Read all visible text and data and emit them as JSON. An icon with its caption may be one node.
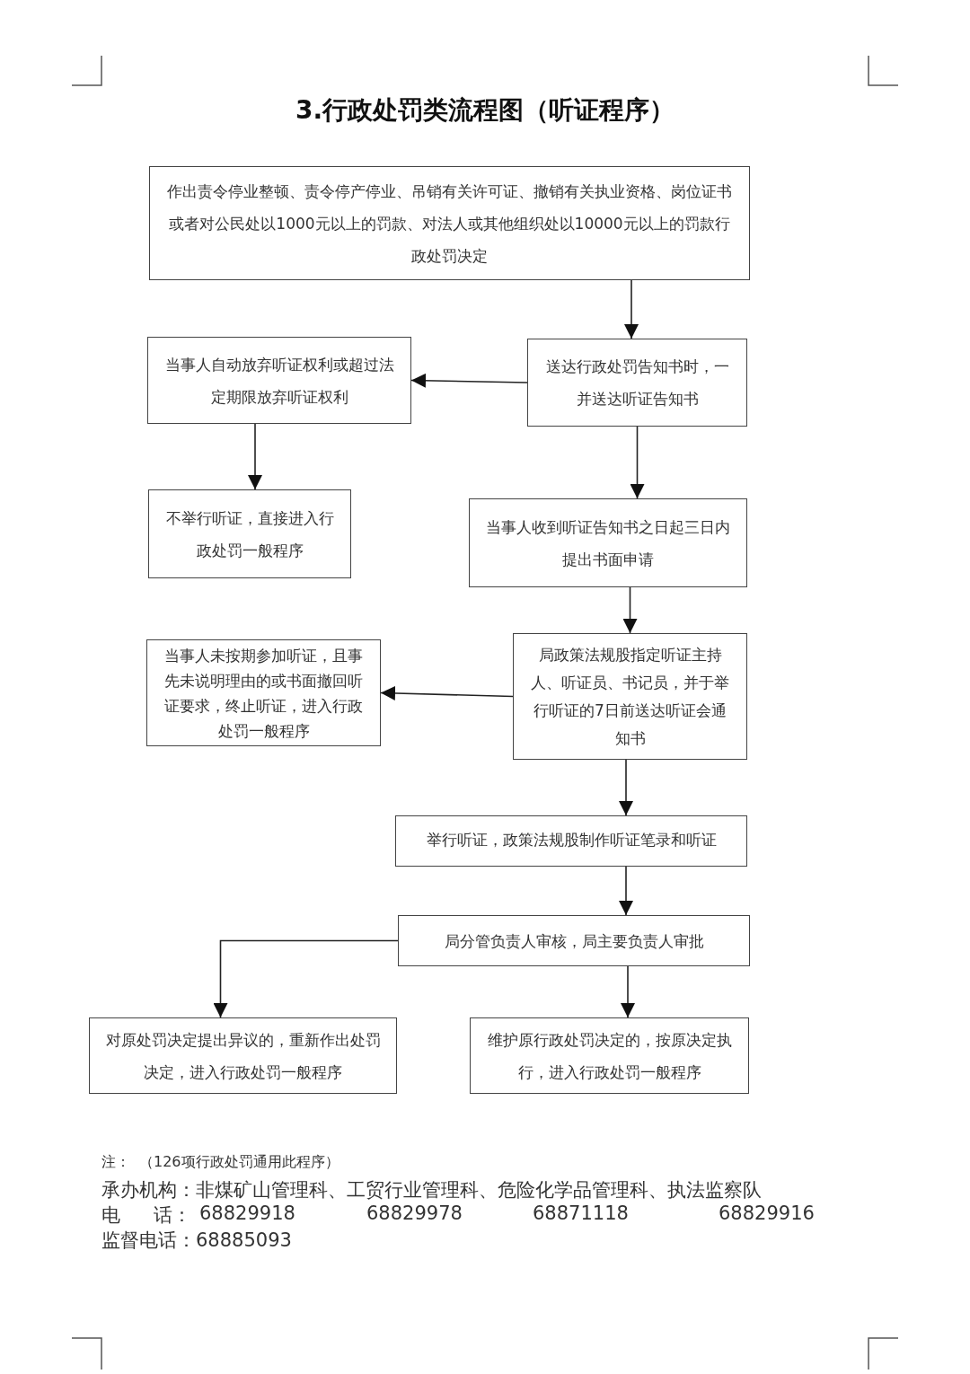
{
  "diagram": {
    "title": "3.行政处罚类流程图（听证程序）",
    "nodes": [
      {
        "text": [
          "作出责令停业整顿、责令停产停业、吊销有关许可证、撤销有关执业资格、岗位证书或者对公民处以1000元以上的罚款、对法人或其他组织处以10000元以上的罚款行政处罚决定"
        ]
      },
      {
        "text": [
          "当事人自动放弃听证权利或超过法定期限放弃听证权利"
        ]
      },
      {
        "text": [
          "送达行政处罚告知书时，一并送达听证告知书"
        ]
      },
      {
        "text": [
          "不举行听证，直接进入行政处罚一般程序"
        ]
      },
      {
        "text": [
          "当事人收到听证告知书之日起三日内提出书面申请"
        ]
      },
      {
        "text": [
          "当事人未按期参加听证，且事先未说明理由的或书面撤回听证要求，终止听证，进入行政处罚一般程序"
        ]
      },
      {
        "text": [
          "局政策法规股指定听证主持人、听证员、书记员，并于举行听证的7日前送达听证会通知书"
        ]
      },
      {
        "text": [
          "举行听证，政策法规股制作听证笔录和听证"
        ]
      },
      {
        "text": [
          "局分管负责人审核，局主要负责人审批"
        ]
      },
      {
        "text": [
          "对原处罚决定提出异议的，重新作出处罚决定，进入行政处罚一般程序"
        ]
      },
      {
        "text": [
          "维护原行政处罚决定的，按原决定执行，进入行政处罚一般程序"
        ]
      }
    ],
    "edges": [
      {
        "from": 0,
        "to": 2,
        "arrow": "to"
      },
      {
        "from": 2,
        "to": 1,
        "arrow": "to"
      },
      {
        "from": 1,
        "to": 3,
        "arrow": "to"
      },
      {
        "from": 2,
        "to": 4,
        "arrow": "to"
      },
      {
        "from": 4,
        "to": 6,
        "arrow": "to"
      },
      {
        "from": 6,
        "to": 5,
        "arrow": "to"
      },
      {
        "from": 6,
        "to": 7,
        "arrow": "to"
      },
      {
        "from": 7,
        "to": 8,
        "arrow": "to"
      },
      {
        "from": 8,
        "to": 9,
        "arrow": "to"
      },
      {
        "from": 8,
        "to": 10,
        "arrow": "to"
      }
    ],
    "labels": [
      "注：",
      "（126项行政处罚通用此程序）",
      "承办机构：非煤矿山管理科、工贸行业管理科、危险化学品管理科、执法监察队",
      "电 话：",
      "68829918",
      "68829978",
      "68871118",
      "68829916",
      "监督电话：68885093"
    ]
  }
}
